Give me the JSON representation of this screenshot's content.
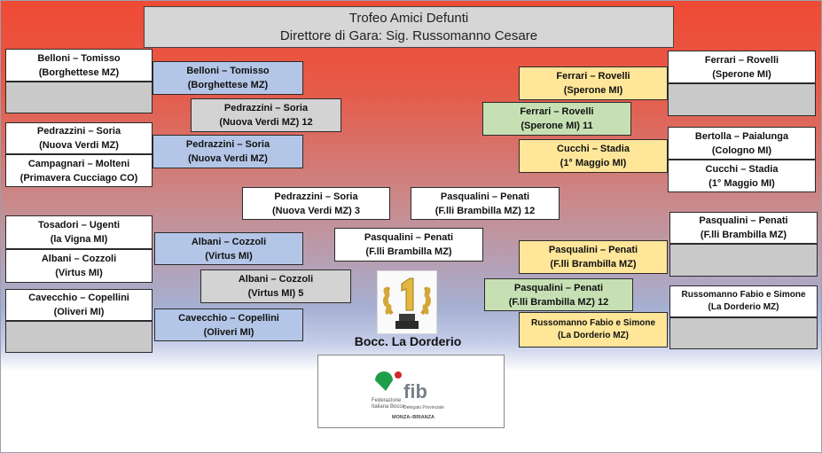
{
  "header": {
    "title": "Trofeo Amici Defunti",
    "subtitle": "Direttore di Gara: Sig. Russomanno Cesare"
  },
  "left": {
    "r1": [
      {
        "name": "Belloni – Tomisso",
        "club": "(Borghettese MZ)"
      },
      {
        "name": "",
        "club": ""
      },
      {
        "name": "Pedrazzini – Soria",
        "club": "(Nuova Verdi MZ)"
      },
      {
        "name": "Campagnari – Molteni",
        "club": "(Primavera Cucciago CO)"
      },
      {
        "name": "Tosadori – Ugenti",
        "club": "(la Vigna MI)"
      },
      {
        "name": "Albani – Cozzoli",
        "club": "(Virtus MI)"
      },
      {
        "name": "Cavecchio – Copellini",
        "club": "(Oliveri MI)"
      },
      {
        "name": "",
        "club": ""
      }
    ],
    "r2": [
      {
        "name": "Belloni – Tomisso",
        "club": "(Borghettese MZ)"
      },
      {
        "name": "Pedrazzini – Soria",
        "club": "(Nuova Verdi MZ)"
      },
      {
        "name": "Albani – Cozzoli",
        "club": "(Virtus MI)"
      },
      {
        "name": "Cavecchio – Copellini",
        "club": "(Oliveri MI)"
      }
    ],
    "r3": [
      {
        "name": "Pedrazzini – Soria",
        "club": "(Nuova Verdi MZ)   12"
      },
      {
        "name": "Albani – Cozzoli",
        "club": "(Virtus MI)  5"
      }
    ],
    "semi": {
      "name": "Pedrazzini – Soria",
      "club": "(Nuova Verdi MZ)   3"
    }
  },
  "right": {
    "r1": [
      {
        "name": "Ferrari – Rovelli",
        "club": "(Sperone MI)"
      },
      {
        "name": "",
        "club": ""
      },
      {
        "name": "Bertolla – Paialunga",
        "club": "(Cologno MI)"
      },
      {
        "name": "Cucchi – Stadia",
        "club": "(1° Maggio MI)"
      },
      {
        "name": "Pasqualini – Penati",
        "club": "(F.lli Brambilla MZ)"
      },
      {
        "name": "",
        "club": ""
      },
      {
        "name": "Russomanno Fabio e Simone",
        "club": "(La Dorderio MZ)"
      },
      {
        "name": "",
        "club": ""
      }
    ],
    "r2": [
      {
        "name": "Ferrari – Rovelli",
        "club": "(Sperone MI)"
      },
      {
        "name": "Cucchi – Stadia",
        "club": "(1° Maggio MI)"
      },
      {
        "name": "Pasqualini – Penati",
        "club": "(F.lli Brambilla MZ)"
      },
      {
        "name": "Russomanno Fabio e Simone",
        "club": "(La Dorderio MZ)"
      }
    ],
    "r3": [
      {
        "name": "Ferrari – Rovelli",
        "club": "(Sperone MI)    11"
      },
      {
        "name": "Pasqualini – Penati",
        "club": "(F.lli Brambilla MZ)   12"
      }
    ],
    "semi": {
      "name": "Pasqualini – Penati",
      "club": "(F.lli Brambilla MZ)   12"
    }
  },
  "winner": {
    "name": "Pasqualini – Penati",
    "club": "(F.lli Brambilla MZ)"
  },
  "venue": {
    "name": "Bocc. La Dorderio"
  },
  "logo": {
    "text": "fib",
    "line1": "Federazione",
    "line2": "Italiana Bocce",
    "line3": "Delegato Provinciale",
    "line4": "MONZA–BRIANZA"
  },
  "colors": {
    "first_round": "#ffffff",
    "bye": "#c9c9c9",
    "left_second": "#b4c6e7",
    "right_second": "#ffe699",
    "third_winner": "#c6e0b4",
    "final": "#d3d3d3"
  }
}
